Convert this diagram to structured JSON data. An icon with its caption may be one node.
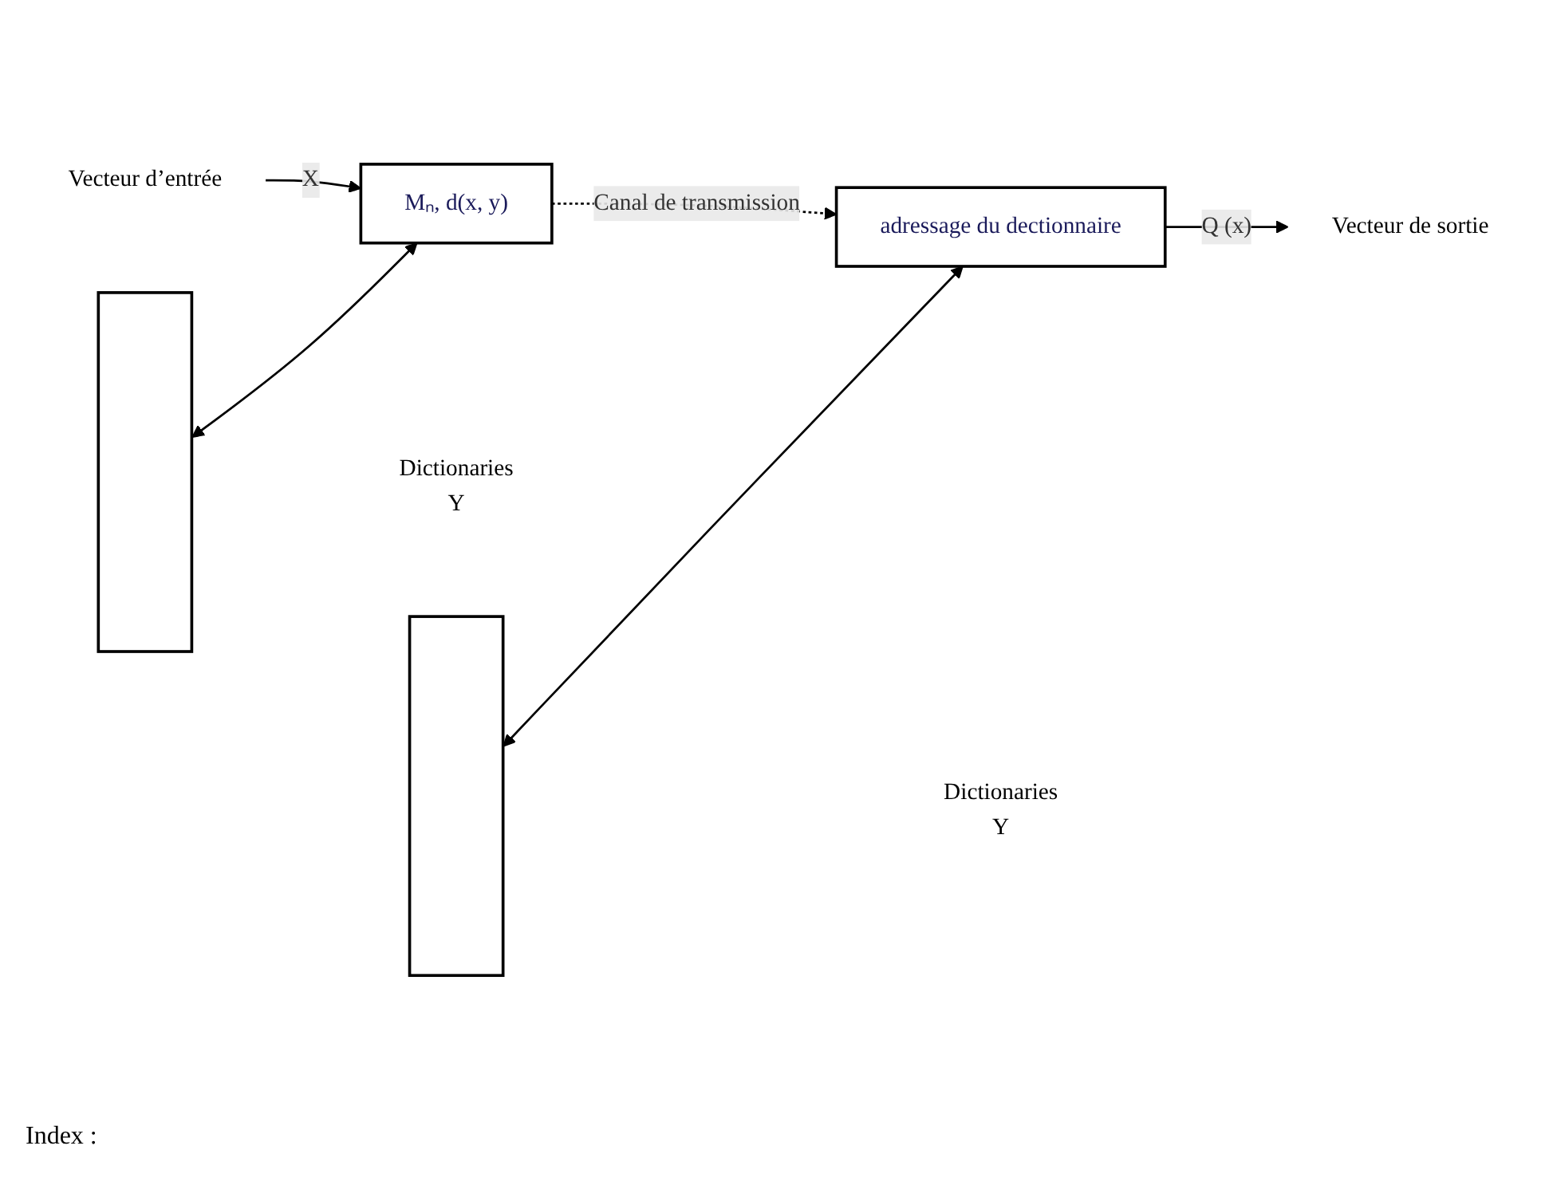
{
  "diagram": {
    "nodes": [
      {
        "text": [
          "Vecteur d’entrée"
        ]
      },
      {
        "text": [
          "Mₙ, d(x, y)"
        ]
      },
      {
        "text": [
          "adressage du dectionnaire"
        ]
      },
      {
        "text": [
          "Vecteur de sortie"
        ]
      },
      {
        "text": [],
        "shape": "box",
        "beside": [
          "Dictionaries",
          "Y"
        ]
      },
      {
        "text": [],
        "shape": "box",
        "beside": [
          "Dictionaries",
          "Y"
        ]
      }
    ],
    "edges": [
      {
        "from": 0,
        "to": 1,
        "arrow": "to",
        "label": "X"
      },
      {
        "from": 1,
        "to": 2,
        "arrow": "to",
        "label": "Canal de transmission",
        "style": "dashed"
      },
      {
        "from": 2,
        "to": 3,
        "arrow": "to",
        "label": "Q (x)"
      },
      {
        "from": 4,
        "to": 1,
        "arrow": "both"
      },
      {
        "from": 5,
        "to": 2,
        "arrow": "both"
      }
    ],
    "labels": [
      "Index :"
    ]
  }
}
